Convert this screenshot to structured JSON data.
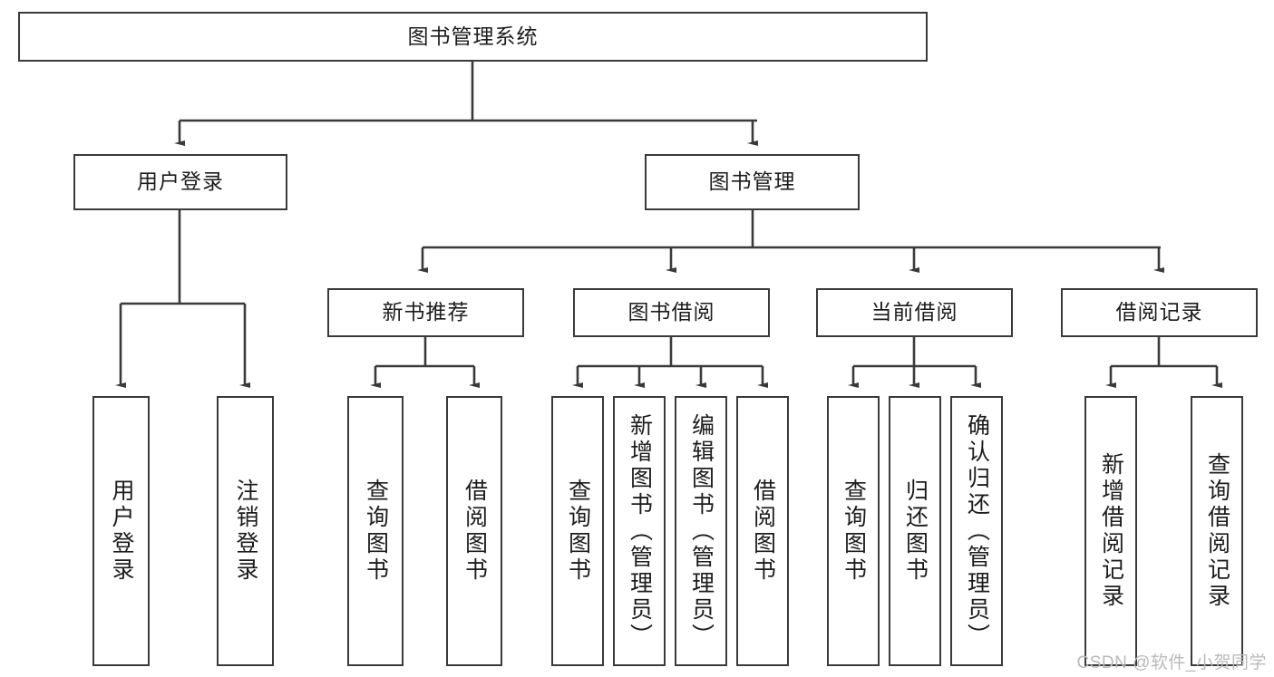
{
  "diagram": {
    "title": "图书管理系统",
    "type": "tree",
    "root": {
      "id": "root",
      "label": "图书管理系统"
    },
    "level2": [
      {
        "id": "user-login",
        "label": "用户登录"
      },
      {
        "id": "book-manage",
        "label": "图书管理"
      }
    ],
    "level3": [
      {
        "id": "new-book-recommend",
        "label": "新书推荐",
        "parent": "book-manage"
      },
      {
        "id": "book-borrow",
        "label": "图书借阅",
        "parent": "book-manage"
      },
      {
        "id": "current-borrow",
        "label": "当前借阅",
        "parent": "book-manage"
      },
      {
        "id": "borrow-record",
        "label": "借阅记录",
        "parent": "book-manage"
      }
    ],
    "leaves": {
      "user_login": [
        {
          "id": "leaf-user-login",
          "label": "用户登录"
        },
        {
          "id": "leaf-logout-login",
          "label": "注销登录"
        }
      ],
      "new_book_recommend": [
        {
          "id": "leaf-query-book-1",
          "label": "查询图书"
        },
        {
          "id": "leaf-borrow-book-1",
          "label": "借阅图书"
        }
      ],
      "book_borrow": [
        {
          "id": "leaf-query-book-2",
          "label": "查询图书"
        },
        {
          "id": "leaf-add-book",
          "label": "新增图书（管理员）"
        },
        {
          "id": "leaf-edit-book",
          "label": "编辑图书（管理员）"
        },
        {
          "id": "leaf-borrow-book-2",
          "label": "借阅图书"
        }
      ],
      "current_borrow": [
        {
          "id": "leaf-query-book-3",
          "label": "查询图书"
        },
        {
          "id": "leaf-return-book",
          "label": "归还图书"
        },
        {
          "id": "leaf-confirm-return",
          "label": "确认归还（管理员）"
        }
      ],
      "borrow_record": [
        {
          "id": "leaf-add-record",
          "label": "新增借阅记录"
        },
        {
          "id": "leaf-query-record",
          "label": "查询借阅记录"
        }
      ]
    }
  },
  "watermark": {
    "text": "CSDN @软件_小贺同学"
  },
  "colors": {
    "stroke": "#3a3a3a",
    "background": "#ffffff",
    "text": "#1c1c1c",
    "watermark": "#b9b9b9"
  }
}
